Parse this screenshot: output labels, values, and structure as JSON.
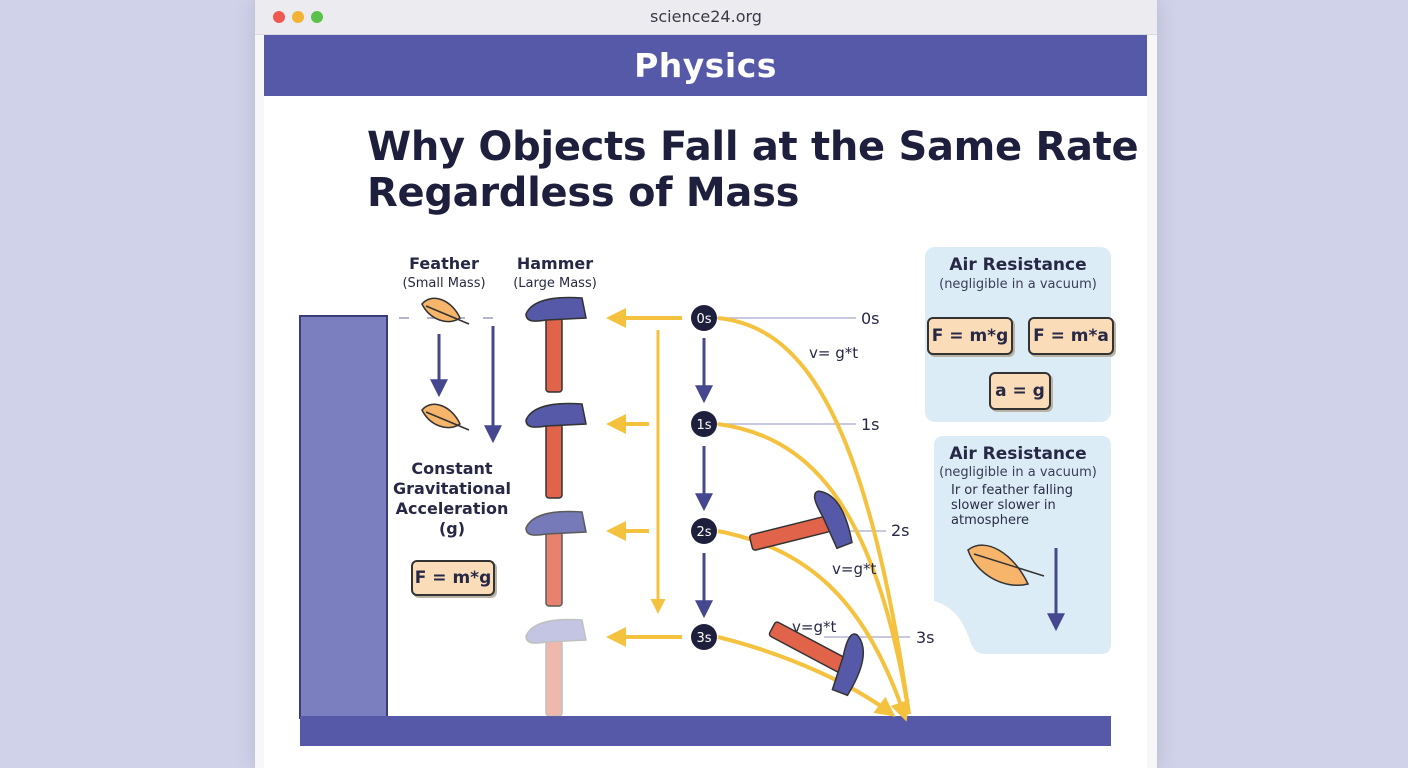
{
  "browser": {
    "url": "science24.org"
  },
  "banner": {
    "title": "Physics"
  },
  "article": {
    "headline_line1": "Why Objects Fall at the Same Rate",
    "headline_line2": "Regardless of Mass"
  },
  "diagram": {
    "feather_label": "Feather",
    "feather_sub": "(Small Mass)",
    "hammer_label": "Hammer",
    "hammer_sub": "(Large Mass)",
    "constant_line1": "Constant",
    "constant_line2": "Gravitational",
    "constant_line3": "Acceleration",
    "constant_line4": "(g)",
    "formula_left": "F = m*g",
    "time_markers": [
      "0s",
      "1s",
      "2s",
      "3s"
    ],
    "time_labels": [
      "0s",
      "1s",
      "2s",
      "3s"
    ],
    "velocity_top": "v= g*t",
    "velocity_mid": "v=g*t",
    "velocity_low": "v=g*t"
  },
  "panel_top": {
    "title": "Air Resistance",
    "subtitle": "(negligible in a vacuum)",
    "formula_a": "F = m*g",
    "formula_b": "F = m*a",
    "formula_c": "a = g"
  },
  "panel_bottom": {
    "title": "Air Resistance",
    "subtitle": "(negligible in a vacuum)",
    "note_line1": "Ir or feather falling",
    "note_line2": "slower slower in",
    "note_line3": "atmosphere"
  },
  "colors": {
    "banner": "#5659a8",
    "hammer_head": "#5659a8",
    "hammer_handle": "#e0634a",
    "arrow_yellow": "#f4c23e",
    "panel_bg": "#dcecf6",
    "formula_bg": "#fbdcb8"
  }
}
